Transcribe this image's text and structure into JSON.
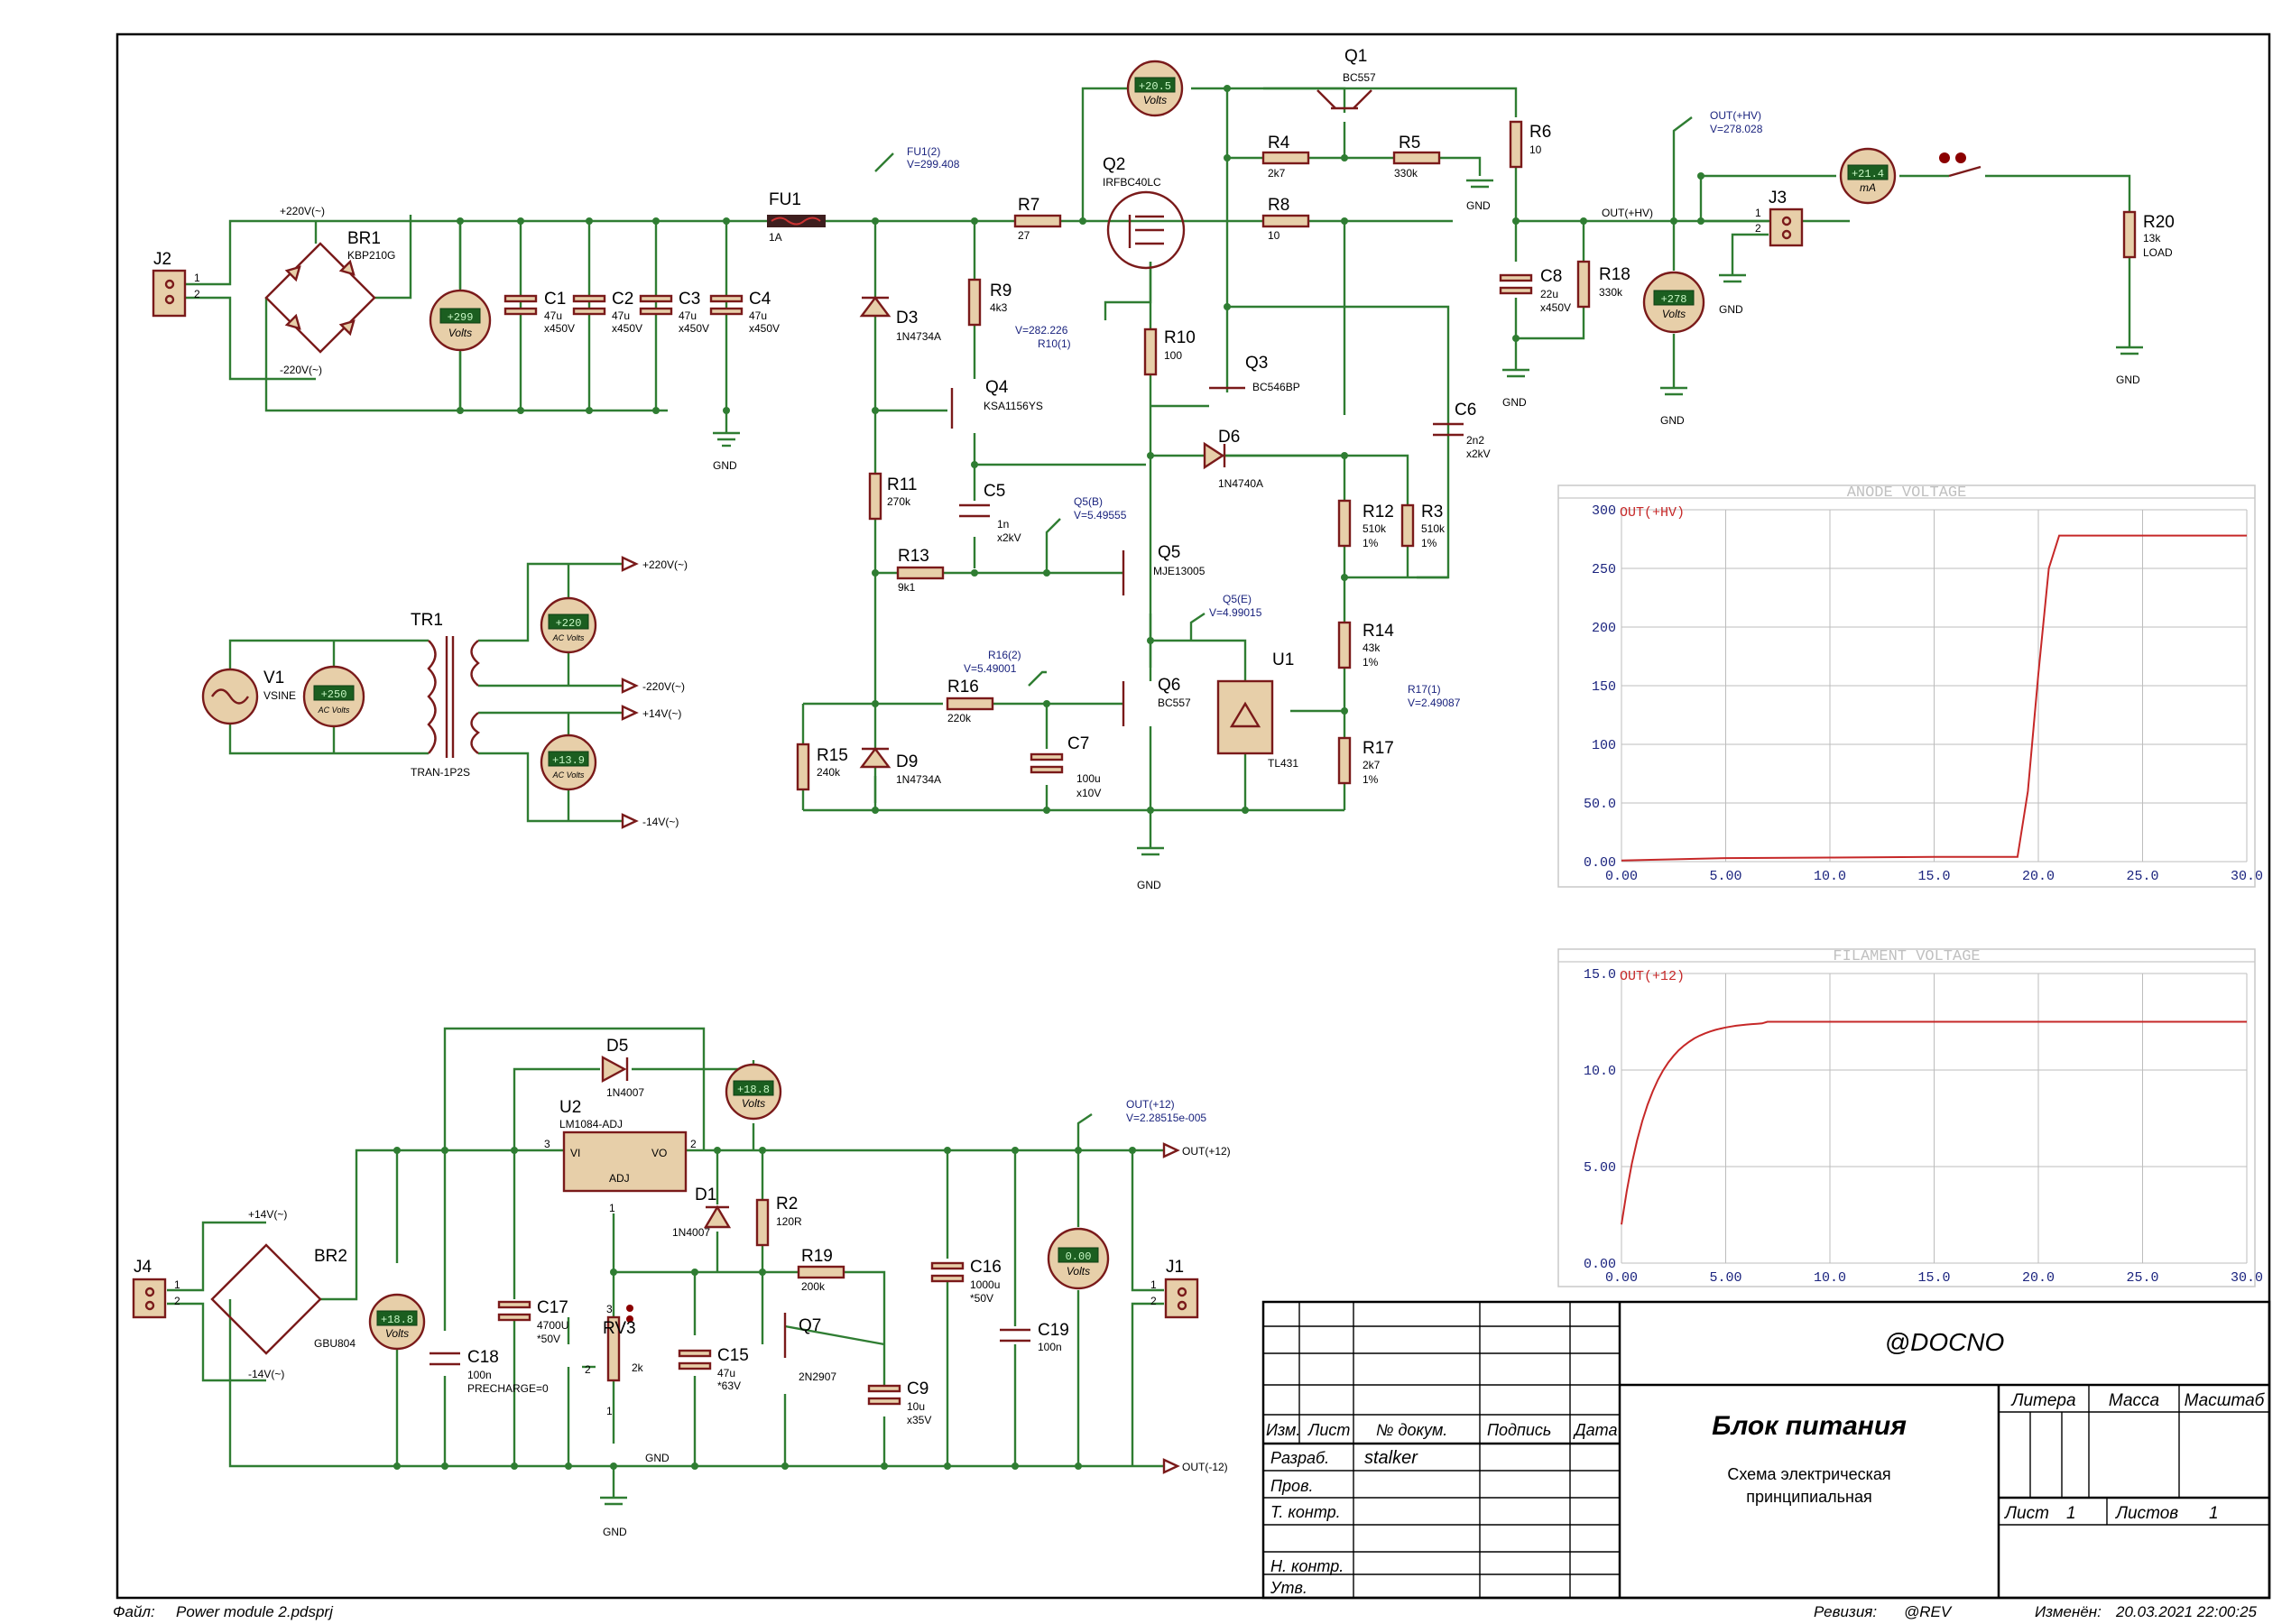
{
  "labels": {
    "J2": "J2",
    "BR1": "BR1",
    "BR1_val": "KBP210G",
    "pin1": "1",
    "pin2": "2",
    "pin3": "3",
    "p220": "+220V(~)",
    "m220": "-220V(~)",
    "C1": "C1",
    "C2": "C2",
    "C3": "C3",
    "C4": "C4",
    "cap47u": "47u",
    "cap450": "x450V",
    "FU1": "FU1",
    "FU1_val": "1A",
    "gnd": "GND",
    "probe_fu1_name": "FU1(2)",
    "probe_fu1_v": "V=299.408",
    "R7": "R7",
    "R7_val": "27",
    "Q2": "Q2",
    "Q2_val": "IRFBC40LC",
    "Q1": "Q1",
    "Q1_val": "BC557",
    "R4": "R4",
    "R4_val": "2k7",
    "R5": "R5",
    "R5_val": "330k",
    "R6": "R6",
    "R6_val": "10",
    "R8": "R8",
    "R8_val": "10",
    "outhv": "OUT(+HV)",
    "probe_outhv_name": "OUT(+HV)",
    "probe_outhv_v": "V=278.028",
    "J3": "J3",
    "R20": "R20",
    "R20_val": "13k",
    "R20_note": "LOAD",
    "C8": "C8",
    "C8_val": "22u",
    "C8_v": "x450V",
    "R18": "R18",
    "R18_val": "330k",
    "D3": "D3",
    "D3_val": "1N4734A",
    "R9": "R9",
    "R9_val": "4k3",
    "probe_r10_v": "V=282.226",
    "probe_r10_name": "R10(1)",
    "R10": "R10",
    "R10_val": "100",
    "Q3": "Q3",
    "Q3_val": "BC546BP",
    "Q4": "Q4",
    "Q4_val": "KSA1156YS",
    "C6": "C6",
    "C6_val": "2n2",
    "C6_v": "x2kV",
    "D6": "D6",
    "D6_val": "1N4740A",
    "R11": "R11",
    "R11_val": "270k",
    "C5": "C5",
    "C5_val": "1n",
    "C5_v": "x2kV",
    "probe_q5b_name": "Q5(B)",
    "probe_q5b_v": "V=5.49555",
    "R12": "R12",
    "R12_val": "510k",
    "R12_tol": "1%",
    "R3": "R3",
    "R3_val": "510k",
    "R3_tol": "1%",
    "R13": "R13",
    "R13_val": "9k1",
    "Q5": "Q5",
    "Q5_val": "MJE13005",
    "probe_q5e_name": "Q5(E)",
    "probe_q5e_v": "V=4.99015",
    "R14": "R14",
    "R14_val": "43k",
    "R14_tol": "1%",
    "probe_r16_name": "R16(2)",
    "probe_r16_v": "V=5.49001",
    "R16": "R16",
    "R16_val": "220k",
    "Q6": "Q6",
    "Q6_val": "BC557",
    "U1": "U1",
    "U1_val": "TL431",
    "probe_r17_name": "R17(1)",
    "probe_r17_v": "V=2.49087",
    "R15": "R15",
    "R15_val": "240k",
    "D9": "D9",
    "D9_val": "1N4734A",
    "C7": "C7",
    "C7_val": "100u",
    "C7_v": "x10V",
    "R17": "R17",
    "R17_val": "2k7",
    "R17_tol": "1%",
    "TR1": "TR1",
    "TR1_val": "TRAN-1P2S",
    "V1": "V1",
    "V1_val": "VSINE",
    "p14": "+14V(~)",
    "m14": "-14V(~)",
    "J4": "J4",
    "BR2": "BR2",
    "BR2_val": "GBU804",
    "C18": "C18",
    "C18_val": "100n",
    "C18_note": "PRECHARGE=0",
    "C17": "C17",
    "C17_val": "4700U",
    "C17_v": "*50V",
    "D5": "D5",
    "D5_val": "1N4007",
    "U2": "U2",
    "U2_val": "LM1084-ADJ",
    "u2_vi": "VI",
    "u2_vo": "VO",
    "u2_adj": "ADJ",
    "D1": "D1",
    "D1_val": "1N4007",
    "R2": "R2",
    "R2_val": "120R",
    "R19": "R19",
    "R19_val": "200k",
    "Q7": "Q7",
    "Q7_val": "2N2907",
    "RV3": "RV3",
    "RV3_val": "2k",
    "C15": "C15",
    "C15_val": "47u",
    "C15_v": "*63V",
    "C9": "C9",
    "C9_val": "10u",
    "C9_v": "x35V",
    "C16": "C16",
    "C16_val": "1000u",
    "C16_v": "*50V",
    "C19": "C19",
    "C19_val": "100n",
    "probe_out12_name": "OUT(+12)",
    "probe_out12_v": "V=2.28515e-005",
    "out12": "OUT(+12)",
    "outm12": "OUT(-12)",
    "J1": "J1"
  },
  "meters": {
    "m_c_bank": {
      "value": "+299",
      "unit": "Volts"
    },
    "m_top": {
      "value": "+20.5",
      "unit": "Volts"
    },
    "m_ma": {
      "value": "+21.4",
      "unit": "mA"
    },
    "m_out": {
      "value": "+278",
      "unit": "Volts"
    },
    "m_v1": {
      "value": "+250",
      "unit": "AC Volts"
    },
    "m_220": {
      "value": "+220",
      "unit": "AC Volts"
    },
    "m_14": {
      "value": "+13.9",
      "unit": "AC Volts"
    },
    "m_br2": {
      "value": "+18.8",
      "unit": "Volts"
    },
    "m_u2": {
      "value": "+18.8",
      "unit": "Volts"
    },
    "m_out12": {
      "value": "0.00",
      "unit": "Volts"
    }
  },
  "chart_data": [
    {
      "type": "line",
      "title": "ANODE VOLTAGE",
      "ylim": [
        0,
        300
      ],
      "xlim": [
        0,
        30
      ],
      "yticks": [
        "300",
        "250",
        "200",
        "150",
        "100",
        "50.0",
        "0.00"
      ],
      "xticks": [
        "0.00",
        "5.00",
        "10.0",
        "15.0",
        "20.0",
        "25.0",
        "30.0"
      ],
      "series": [
        {
          "name": "OUT(+HV)",
          "x": [
            0,
            5,
            10,
            15,
            19,
            19.5,
            20,
            20.5,
            21,
            30
          ],
          "y": [
            1,
            3,
            3.5,
            4,
            4,
            60,
            160,
            250,
            278,
            278
          ]
        }
      ]
    },
    {
      "type": "line",
      "title": "FILAMENT VOLTAGE",
      "ylim": [
        0,
        15
      ],
      "xlim": [
        0,
        30
      ],
      "yticks": [
        "15.0",
        "10.0",
        "5.00",
        "0.00"
      ],
      "xticks": [
        "0.00",
        "5.00",
        "10.0",
        "15.0",
        "20.0",
        "25.0",
        "30.0"
      ],
      "series": [
        {
          "name": "OUT(+12)",
          "x": [
            0,
            0.1,
            0.5,
            1,
            2,
            3,
            4,
            5,
            6,
            7,
            30
          ],
          "y": [
            2,
            4,
            6.5,
            8.3,
            10.3,
            11.4,
            12,
            12.3,
            12.45,
            12.5,
            12.5
          ]
        }
      ]
    }
  ],
  "title_block": {
    "docno": "@DOCNO",
    "title": "Блок питания",
    "subtitle1": "Схема электрическая",
    "subtitle2": "принципиальная",
    "col_izm": "Изм.",
    "col_list": "Лист",
    "col_docnum": "№ докум.",
    "col_sign": "Подпись",
    "col_date": "Дата",
    "row_razrab": "Разраб.",
    "row_razrab_name": "stalker",
    "row_prov": "Пров.",
    "row_tkontr": "Т. контр.",
    "row_nkontr": "Н. контр.",
    "row_utv": "Утв.",
    "litera": "Литера",
    "massa": "Масса",
    "masshtab": "Масштаб",
    "list_label": "Лист",
    "list_val": "1",
    "listov_label": "Листов",
    "listov_val": "1"
  },
  "footer": {
    "file_label": "Файл:",
    "file_name": "Power module 2.pdsprj",
    "rev_label": "Ревизия:",
    "rev_val": "@REV",
    "changed_label": "Изменён:",
    "changed_val": "20.03.2021  22:00:25"
  }
}
